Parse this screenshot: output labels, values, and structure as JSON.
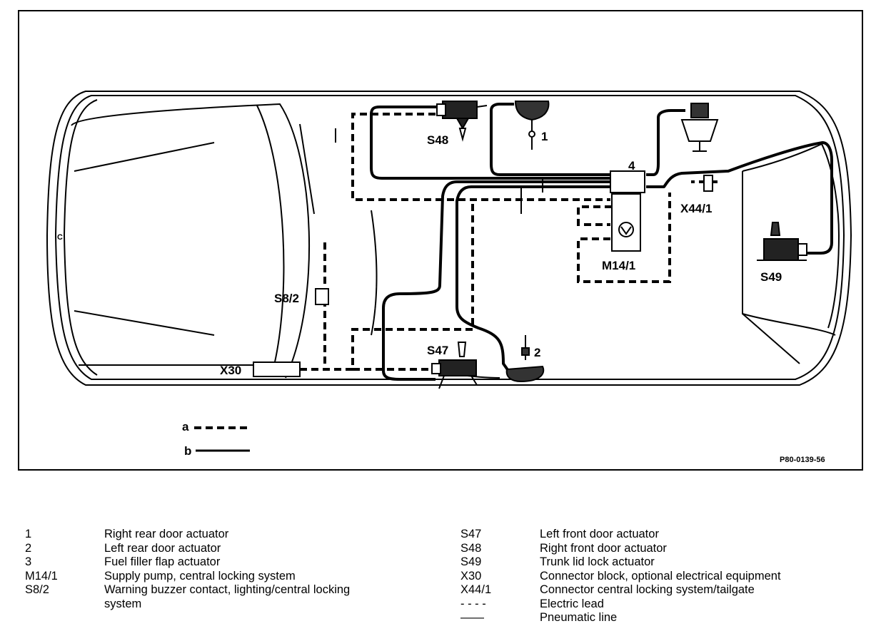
{
  "diagram": {
    "labels": {
      "s48": "S48",
      "one": "1",
      "four": "4",
      "x44_1": "X44/1",
      "m14_1": "M14/1",
      "s49": "S49",
      "s8_2": "S8/2",
      "x30": "X30",
      "s47": "S47",
      "two": "2",
      "key_a": "a",
      "key_b": "b",
      "figure_code": "P80-0139-56",
      "c_mark": "C"
    }
  },
  "legend": {
    "left": [
      {
        "key": "1",
        "text": "Right rear door actuator"
      },
      {
        "key": "2",
        "text": "Left rear door actuator"
      },
      {
        "key": "3",
        "text": "Fuel filler flap actuator"
      },
      {
        "key": "M14/1",
        "text": "Supply pump, central locking system"
      },
      {
        "key": "S8/2",
        "text": "Warning buzzer contact, lighting/central locking"
      },
      {
        "key": "",
        "text": "system"
      }
    ],
    "right": [
      {
        "key": "S47",
        "text": "Left front door actuator"
      },
      {
        "key": "S48",
        "text": "Right front door actuator"
      },
      {
        "key": "S49",
        "text": "Trunk lid lock actuator"
      },
      {
        "key": "X30",
        "text": "Connector block, optional electrical equipment"
      },
      {
        "key": "X44/1",
        "text": "Connector central locking system/tailgate"
      },
      {
        "key": "- - - -",
        "text": "Electric lead"
      },
      {
        "key": "——",
        "text": "Pneumatic line"
      }
    ]
  }
}
